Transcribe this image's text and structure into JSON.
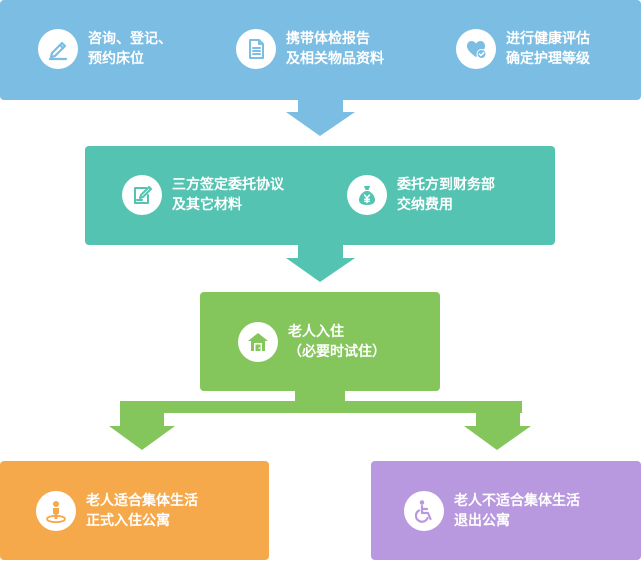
{
  "colors": {
    "step1": "#7bbde3",
    "step2": "#55c3b1",
    "step3": "#84c55c",
    "outcome_fit": "#f6a94b",
    "outcome_unfit": "#b898de"
  },
  "step1": {
    "items": [
      {
        "icon": "pencil-icon",
        "lines": [
          "咨询、登记、",
          "预约床位"
        ]
      },
      {
        "icon": "document-icon",
        "lines": [
          "携带体检报告",
          "及相关物品资料"
        ]
      },
      {
        "icon": "heart-check-icon",
        "lines": [
          "进行健康评估",
          "确定护理等级"
        ]
      }
    ]
  },
  "step2": {
    "items": [
      {
        "icon": "sign-edit-icon",
        "lines": [
          "三方签定委托协议",
          "及其它材料"
        ]
      },
      {
        "icon": "money-bag-icon",
        "lines": [
          "委托方到财务部",
          "交纳费用"
        ]
      }
    ]
  },
  "step3": {
    "icon": "house-icon",
    "lines": [
      "老人入住",
      "（必要时试住）"
    ]
  },
  "outcomes": [
    {
      "icon": "person-location-icon",
      "lines": [
        "老人适合集体生活",
        "正式入住公寓"
      ]
    },
    {
      "icon": "wheelchair-icon",
      "lines": [
        "老人不适合集体生活",
        "退出公寓"
      ]
    }
  ]
}
